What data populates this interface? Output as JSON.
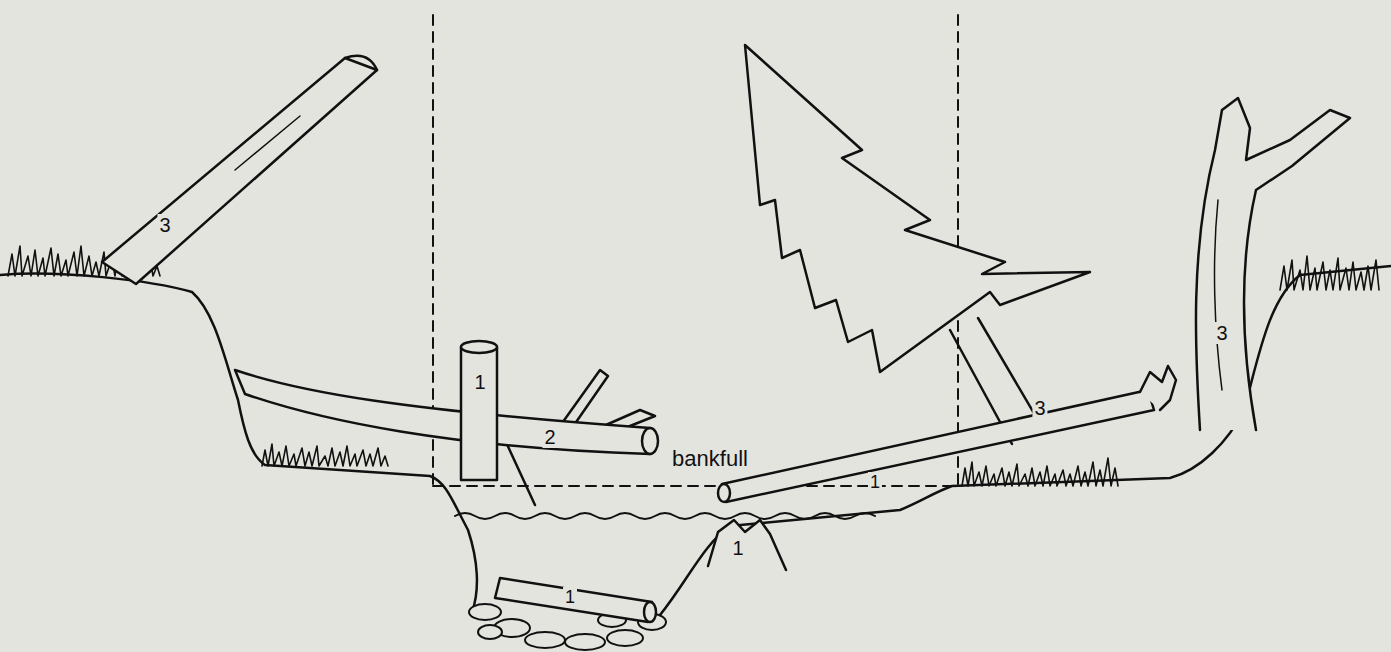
{
  "diagram": {
    "labels": [
      "3",
      "3",
      "1",
      "3",
      "2",
      "bankfull",
      "1",
      "1",
      "1"
    ]
  }
}
